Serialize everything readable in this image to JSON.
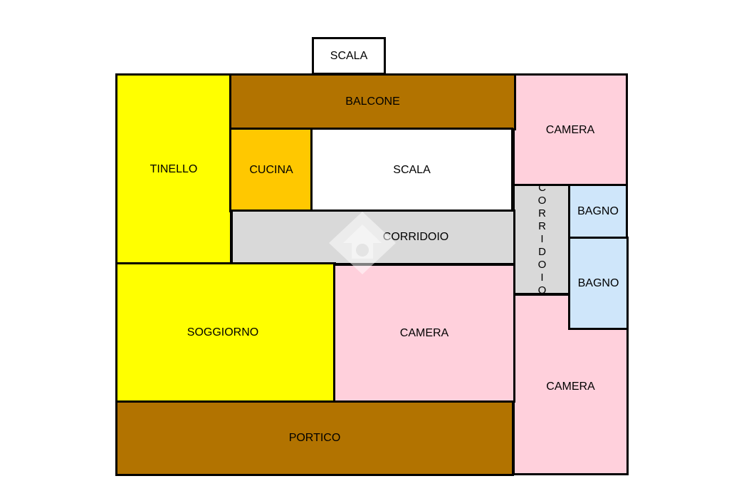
{
  "colors": {
    "yellow": "#ffff00",
    "brown": "#b27300",
    "orange": "#ffc800",
    "pink": "#ffd0dc",
    "grey": "#d9d9d9",
    "light_blue": "#cfe6fa",
    "white": "#ffffff",
    "border": "#000000"
  },
  "rooms": {
    "scala_top": "SCALA",
    "balcone": "BALCONE",
    "tinello": "TINELLO",
    "cucina": "CUCINA",
    "scala_inner": "SCALA",
    "corridoio": "CORRIDOIO",
    "soggiorno": "SOGGIORNO",
    "camera_center": "CAMERA",
    "portico": "PORTICO",
    "camera_top_right": "CAMERA",
    "corridoio_vertical": "CORRIDOIO",
    "bagno_1": "BAGNO",
    "bagno_2": "BAGNO",
    "camera_bottom_right": "CAMERA"
  }
}
